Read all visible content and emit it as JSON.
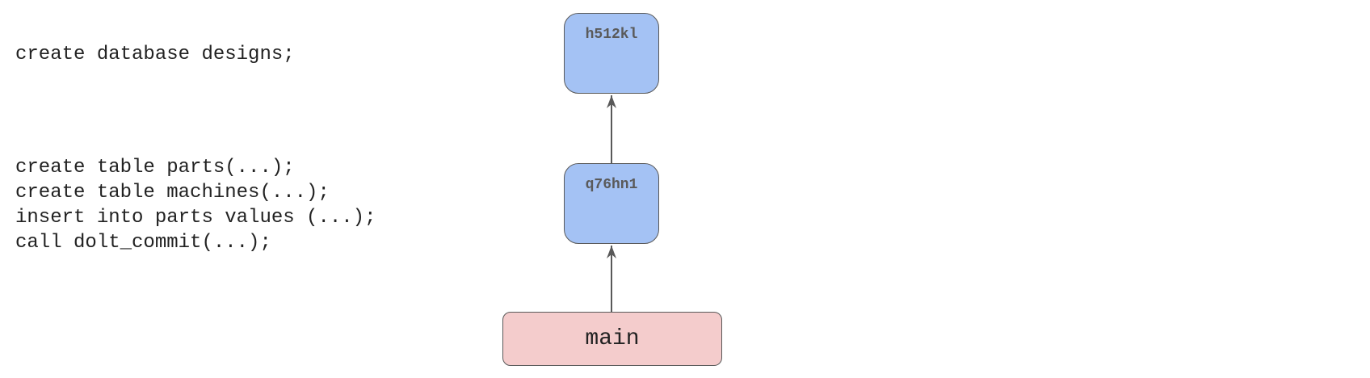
{
  "statements": {
    "create_db": [
      "create database designs;"
    ],
    "commit": [
      "create table parts(...);",
      "create table machines(...);",
      "insert into parts values (...);",
      "call dolt_commit(...);"
    ]
  },
  "diagram": {
    "commits": [
      {
        "hash": "h512kl"
      },
      {
        "hash": "q76hn1"
      }
    ],
    "branch": {
      "name": "main"
    },
    "colors": {
      "commit_fill": "#a4c2f4",
      "branch_fill": "#f4cccc",
      "edge": "#595959"
    }
  }
}
